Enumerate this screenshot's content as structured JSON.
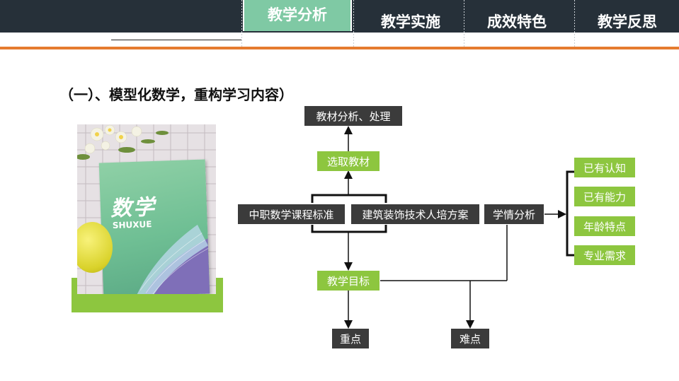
{
  "nav": {
    "tabs": [
      {
        "label": "教学分析",
        "active": true
      },
      {
        "label": "教学实施",
        "active": false
      },
      {
        "label": "成效特色",
        "active": false
      },
      {
        "label": "教学反思",
        "active": false
      }
    ]
  },
  "section_title": "（一）、模型化数学，重构学习内容）",
  "book": {
    "title": "数学",
    "subtitle": "SHUXUE"
  },
  "flowchart": {
    "textbook_analysis": "教材分析、处理",
    "select_textbook": "选取教材",
    "standard": "中职数学课程标准",
    "training_plan": "建筑装饰技术人培方案",
    "learner_analysis": "学情分析",
    "teaching_goal": "教学目标",
    "key_point": "重点",
    "difficult_point": "难点",
    "learner_items": [
      "已有认知",
      "已有能力",
      "年龄特点",
      "专业需求"
    ]
  },
  "colors": {
    "topbar": "#263039",
    "active_tab": "#7fc9a4",
    "accent_orange": "#e57b2f",
    "green_node": "#8dc63f",
    "dark_node": "#3b3b3b"
  }
}
